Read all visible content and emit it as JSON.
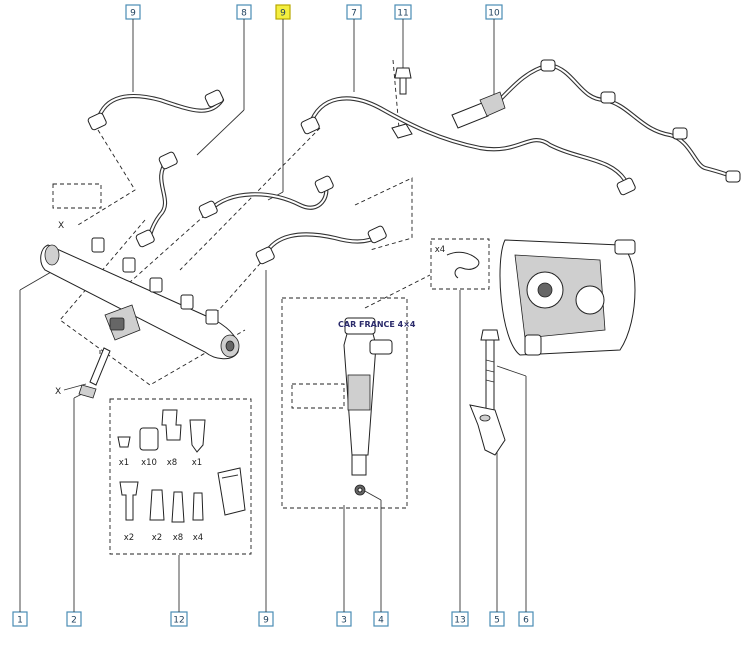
{
  "callouts_top": [
    "9",
    "8",
    "9",
    "7",
    "11",
    "10"
  ],
  "callouts_bottom": [
    "1",
    "2",
    "12",
    "9",
    "3",
    "4",
    "13",
    "5",
    "6"
  ],
  "highlight_callout": "9",
  "highlight_color": "#f4ee3f",
  "callout_border_color": "#4a8db5",
  "axis_marks": [
    "X",
    "X"
  ],
  "quantities_row1": [
    "x1",
    "x10",
    "x8",
    "x1"
  ],
  "quantities_row2": [
    "x2",
    "x2",
    "x8",
    "x4"
  ],
  "clip_quantity": "x4",
  "watermark": "CAR FRANCE 4×4"
}
